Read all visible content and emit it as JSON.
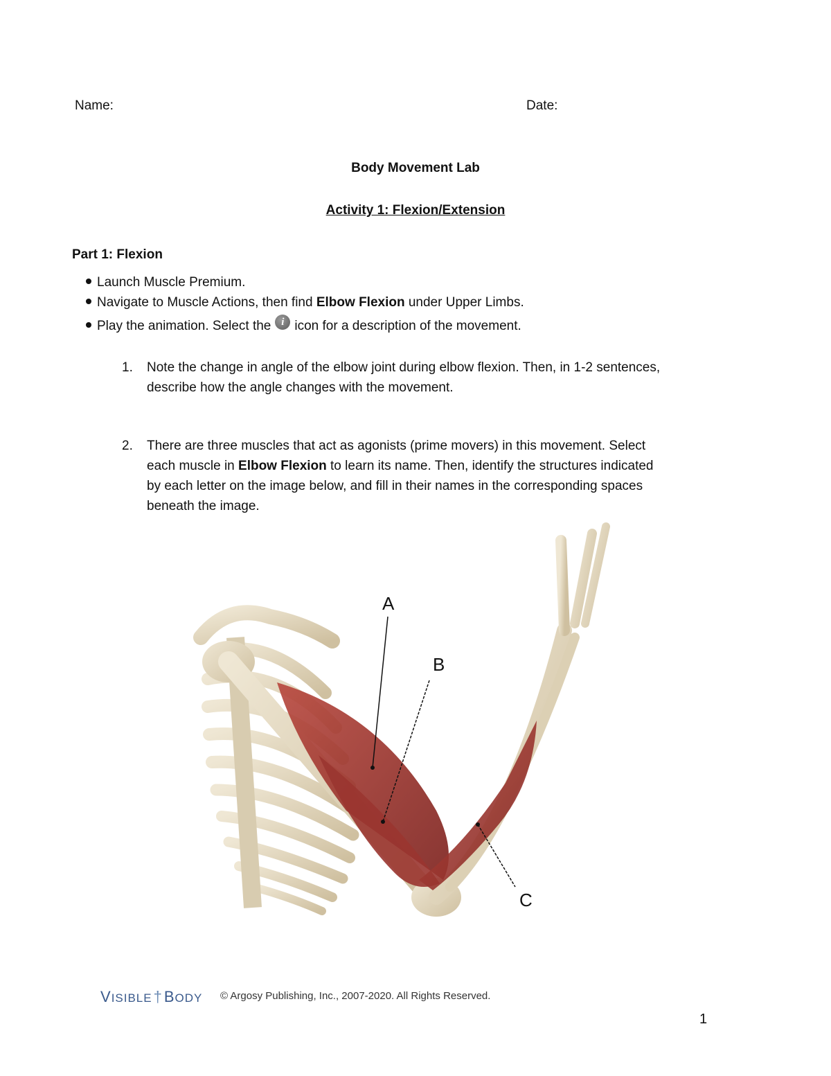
{
  "header": {
    "name_label": "Name:",
    "date_label": "Date:"
  },
  "title": "Body Movement Lab",
  "activity_title": "Activity 1: Flexion/Extension",
  "part_title": "Part 1: Flexion",
  "bullets": {
    "b1": "Launch Muscle Premium.",
    "b2_pre": "Navigate to Muscle Actions, then find ",
    "b2_bold": "Elbow Flexion",
    "b2_post": " under Upper Limbs.",
    "b3_pre": "Play the animation. Select the",
    "b3_post": "icon for a description of the movement."
  },
  "questions": {
    "q1_num": "1.",
    "q1_line1": "Note the change in angle of the elbow joint during elbow flexion. Then, in 1-2 sentences,",
    "q1_line2": "describe how the angle changes with the movement.",
    "q2_num": "2.",
    "q2_line1": "There are three muscles that act as agonists (prime movers) in this movement. Select",
    "q2_line2_pre": "each muscle in ",
    "q2_line2_bold": "Elbow Flexion",
    "q2_line2_post": " to learn its name. Then, identify the structures indicated",
    "q2_line3": "by each letter on the image below, and fill in their names in the corresponding spaces",
    "q2_line4": "beneath the image."
  },
  "figure_labels": {
    "a": "A",
    "b": "B",
    "c": "C"
  },
  "footer": {
    "logo_v": "V",
    "logo_isible": "ISIBLE",
    "logo_b": "B",
    "logo_ody": "ODY",
    "copyright": "© Argosy Publishing, Inc., 2007-2020. All Rights Reserved.",
    "page_number": "1"
  },
  "colors": {
    "bone": "#e6dcc6",
    "bone_shadow": "#c9b999",
    "muscle": "#a83a32",
    "muscle_dark": "#7e2420",
    "brand": "#3a5a8c"
  }
}
